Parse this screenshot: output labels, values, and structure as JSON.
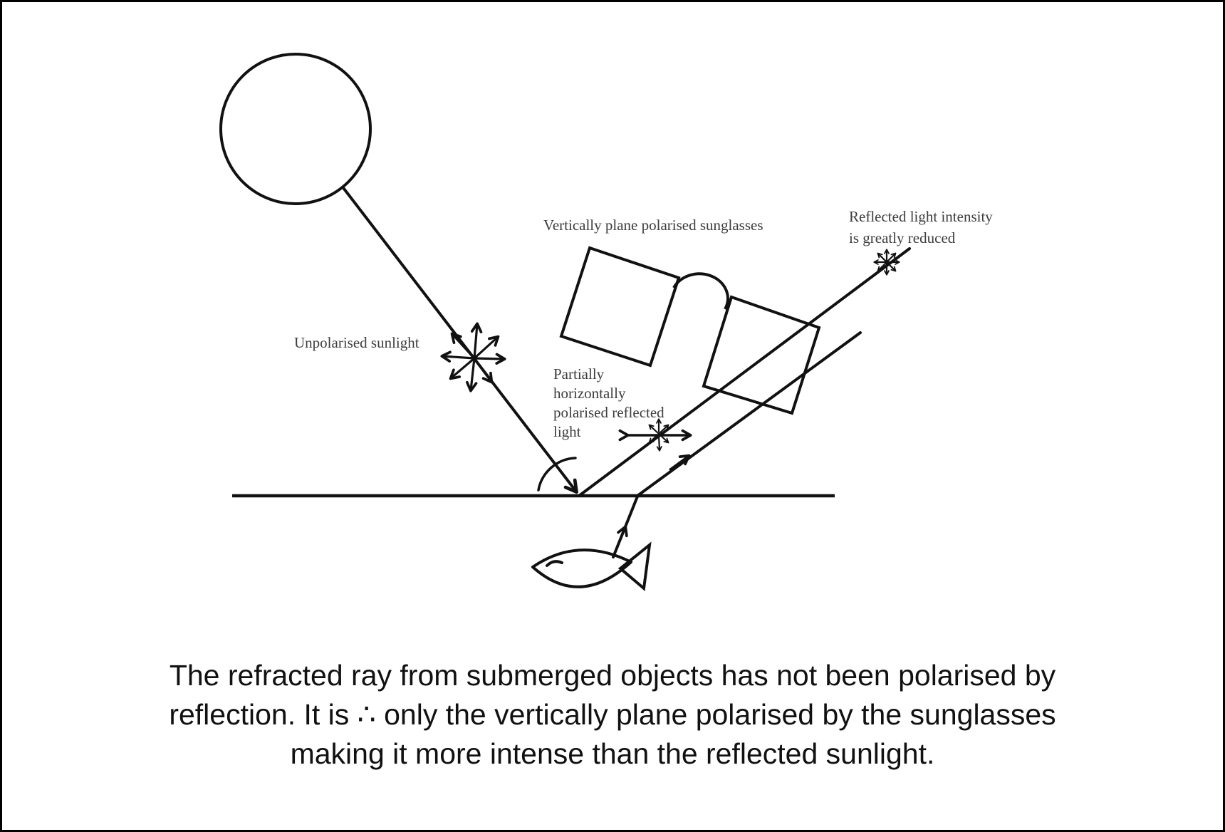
{
  "page": {
    "background": "#ffffff",
    "frame_color": "#000000",
    "stroke_color": "#111111",
    "label_color": "#3d3d3d"
  },
  "diagram": {
    "labels": {
      "unpolarised_sunlight": "Unpolarised sunlight",
      "sunglasses": "Vertically plane polarised sunglasses",
      "reflected_intensity": "Reflected light intensity\nis greatly reduced",
      "partially_polarised": "Partially\nhorizontally\npolarised reflected\nlight"
    },
    "icons": [
      "sun-icon",
      "unpolarised-starburst-icon",
      "reduced-intensity-starburst-icon",
      "horizontal-polarisation-arrow-icon",
      "sunglasses-lenses-icon",
      "fish-icon"
    ]
  },
  "caption": {
    "text": "The refracted ray from submerged objects has not been polarised by\nreflection. It is ∴ only the vertically plane polarised by the sunglasses\nmaking it more intense than the reflected sunlight."
  }
}
